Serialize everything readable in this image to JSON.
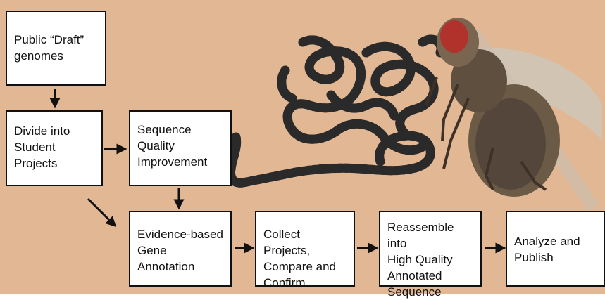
{
  "colors": {
    "background": "#e2b794",
    "box_fill": "#ffffff",
    "box_border": "#111111",
    "arrow": "#111111",
    "chromosome_dark": "#2a2a2a",
    "chromosome_light": "#d8d8d8",
    "fly_body": "#6b5a45",
    "fly_eye": "#b0322a",
    "fly_wing": "#cfc7b8"
  },
  "icons": [
    "polytene-chromosome-image",
    "fruit-fly-image",
    "arrow-icon"
  ],
  "steps": [
    {
      "label": "Public “Draft”\ngenomes"
    },
    {
      "label": "Divide into\nStudent\nProjects"
    },
    {
      "label": "Sequence\nQuality\nImprovement"
    },
    {
      "label": "Evidence-based\nGene\nAnnotation"
    },
    {
      "label": "Collect Projects,\nCompare and\nConfirm"
    },
    {
      "label": "Reassemble into\nHigh Quality\nAnnotated\nSequence"
    },
    {
      "label": "Analyze and\nPublish"
    }
  ]
}
